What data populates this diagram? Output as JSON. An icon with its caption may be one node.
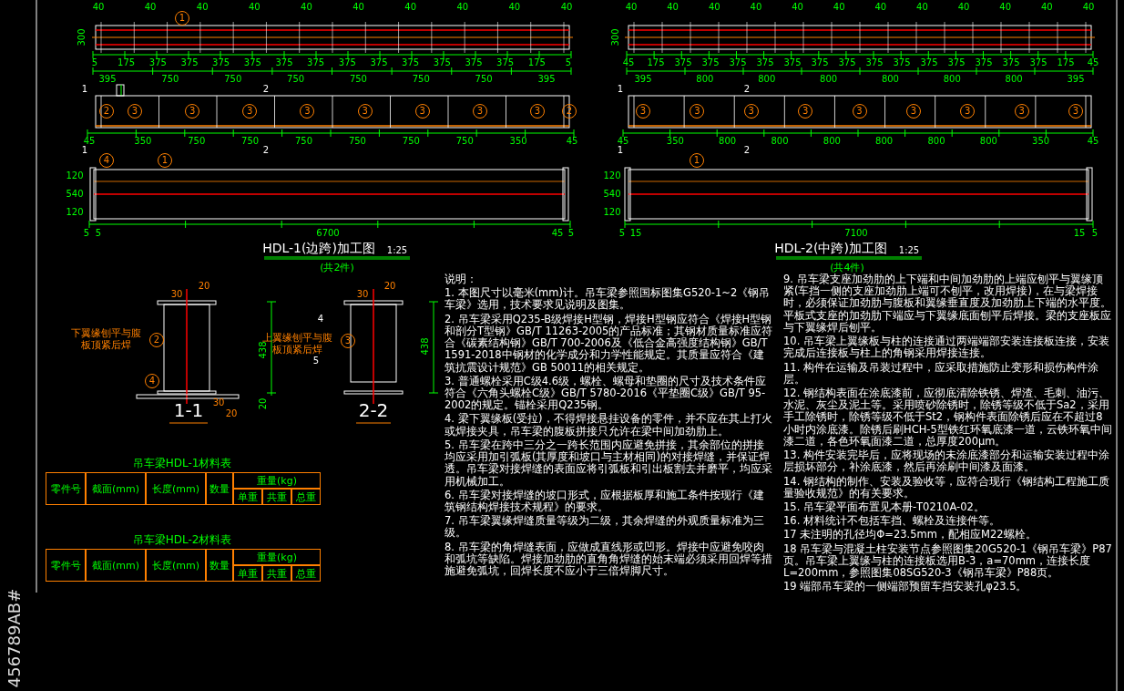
{
  "diagram": {
    "labels": [
      "40",
      "40",
      "40",
      "40",
      "40",
      "40",
      "40",
      "40",
      "40",
      "40",
      "1",
      "300",
      "5",
      "175",
      "375",
      "375",
      "375",
      "375",
      "375",
      "375",
      "375",
      "375",
      "375",
      "375",
      "375",
      "375",
      "175",
      "5",
      "395",
      "750",
      "750",
      "750",
      "750",
      "750",
      "750",
      "395",
      "1",
      "2",
      "2",
      "3",
      "3",
      "3",
      "3",
      "3",
      "3",
      "3",
      "3",
      "2",
      "45",
      "350",
      "750",
      "750",
      "750",
      "750",
      "750",
      "750",
      "350",
      "45",
      "1",
      "2",
      "4",
      "1",
      "120",
      "540",
      "120",
      "5",
      "5",
      "6700",
      "45",
      "5",
      "40",
      "40",
      "40",
      "40",
      "40",
      "40",
      "40",
      "40",
      "40",
      "40",
      "40",
      "40",
      "300",
      "45",
      "175",
      "375",
      "375",
      "375",
      "375",
      "375",
      "375",
      "375",
      "375",
      "375",
      "375",
      "375",
      "375",
      "375",
      "375",
      "175",
      "45",
      "395",
      "800",
      "800",
      "800",
      "800",
      "800",
      "800",
      "395",
      "1",
      "2",
      "3",
      "3",
      "3",
      "3",
      "3",
      "3",
      "3",
      "3",
      "3",
      "45",
      "350",
      "800",
      "800",
      "800",
      "800",
      "800",
      "800",
      "350",
      "45",
      "1",
      "2",
      "1",
      "120",
      "540",
      "120",
      "5",
      "15",
      "7100",
      "15",
      "5",
      "HDL-1(边跨)加工图",
      "1:25",
      "(共2件)",
      "HDL-2(中跨)加工图",
      "1:25",
      "(共4件)",
      "20",
      "30",
      "下翼缘刨平与腹板顶紧后焊",
      "2",
      "4",
      "438",
      "20",
      "30",
      "20",
      "1-1",
      "20",
      "30",
      "4",
      "上翼缘刨平与腹板顶紧后焊",
      "3",
      "5",
      "438",
      "2-2",
      "说明：",
      "1. 本图尺寸以毫米(mm)计。吊车梁参照国标图集G520-1~2《钢吊车梁》选用，技术要求见说明及图集。",
      "2. 吊车梁采用Q235-B级焊接H型钢，焊接H型钢应符合《焊接H型钢和剖分T型钢》GB/T 11263-2005的产品标准；其钢材质量标准应符合《碳素结构钢》GB/T 700-2006及《低合金高强度结构钢》GB/T 1591-2018中钢材的化学成分和力学性能规定。其质量应符合《建筑抗震设计规范》GB 50011的相关规定。",
      "3. 普通螺栓采用C级4.6级，螺栓、螺母和垫圈的尺寸及技术条件应符合《六角头螺栓C级》GB/T 5780-2016《平垫圈C级》GB/T 95-2002的规定。锚栓采用Q235钢。",
      "4. 梁下翼缘板(受拉)，不得焊接悬挂设备的零件，并不应在其上打火或焊接夹具，吊车梁的腹板拼接只允许在梁中间加劲肋上。",
      "5. 吊车梁在跨中三分之一跨长范围内应避免拼接，其余部位的拼接均应采用加引弧板(其厚度和坡口与主材相同)的对接焊缝，并保证焊透。吊车梁对接焊缝的表面应将引弧板和引出板割去并磨平，均应采用机械加工。",
      "6. 吊车梁对接焊缝的坡口形式，应根据板厚和施工条件按现行《建筑钢结构焊接技术规程》的要求。",
      "7. 吊车梁翼缘焊缝质量等级为二级，其余焊缝的外观质量标准为三级。",
      "8. 吊车梁的角焊缝表面，应做成直线形或凹形。焊接中应避免咬肉和弧坑等缺陷。焊接加劲肋的直角角焊缝的始末端必须采用回焊等措施避免弧坑，回焊长度不应小于三倍焊脚尺寸。",
      "9. 吊车梁支座加劲肋的上下端和中间加劲肋的上端应刨平与翼缘顶紧(车挡一侧的支座加劲肋上端可不刨平，改用焊接)，在与梁焊接时，必须保证加劲肋与腹板和翼缘垂直度及加劲肋上下端的水平度。平板式支座的加劲肋下端应与下翼缘底面刨平后焊接。梁的支座板应与下翼缘焊后刨平。",
      "10. 吊车梁上翼缘板与柱的连接通过两端端部安装连接板连接，安装完成后连接板与柱上的角钢采用焊接连接。",
      "11. 构件在运输及吊装过程中，应采取措施防止变形和损伤构件涂层。",
      "12. 钢结构表面在涂底漆前，应彻底清除铁锈、焊渣、毛刺、油污、水泥、灰尘及泥土等。采用喷砂除锈时，除锈等级不低于Sa2，采用手工除锈时，除锈等级不低于St2，钢构件表面除锈后应在不超过8小时内涂底漆。除锈后刷HCH-5型铁红环氧底漆一道，云铁环氧中间漆二道，各色环氧面漆二道，总厚度200μm。",
      "13. 构件安装完毕后，应将现场的未涂底漆部分和运输安装过程中涂层损坏部分，补涂底漆，然后再涂刷中间漆及面漆。",
      "14. 钢结构的制作、安装及验收等，应符合现行《钢结构工程施工质量验收规范》的有关要求。",
      "15. 吊车梁平面布置见本册-T0210A-02。",
      "16. 材料统计不包括车挡、螺栓及连接件等。",
      "17 未注明的孔径均Φ=23.5mm，配相应M22螺栓。",
      "18 吊车梁与混凝土柱安装节点参照图集20G520-1《钢吊车梁》P87页。吊车梁上翼缘与柱的连接板选用B-3，a=70mm，连接长度L=200mm，参照图集08SG520-3《钢吊车梁》P88页。",
      "19 端部吊车梁的一侧端部预留车挡安装孔φ23.5。",
      "吊车梁HDL-1材料表",
      "吊车梁HDL-2材料表",
      "零件号",
      "截面(mm)",
      "长度(mm)",
      "数量",
      "重量(kg)",
      "单重",
      "共重",
      "总重",
      "零件号",
      "截面(mm)",
      "长度(mm)",
      "数量",
      "重量(kg)",
      "单重",
      "共重",
      "总重",
      "456789AB#"
    ]
  }
}
